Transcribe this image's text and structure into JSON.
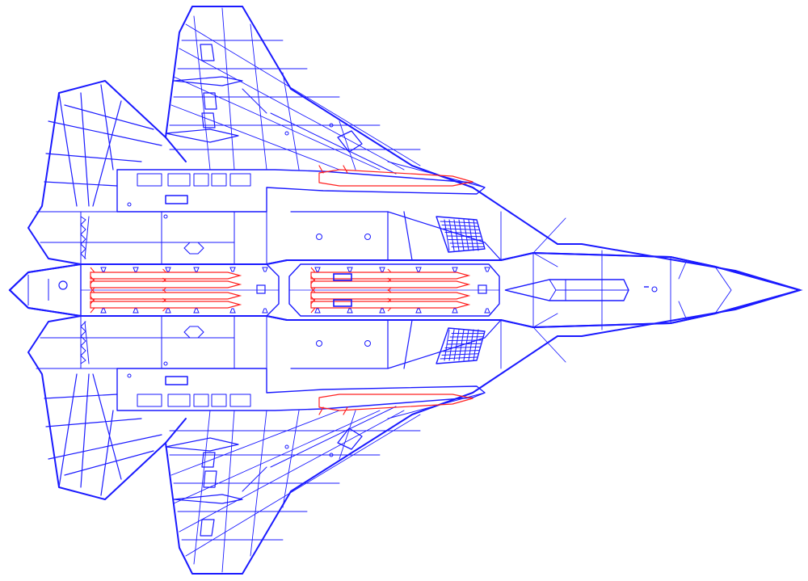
{
  "drawing": {
    "colors": {
      "line": "#1a1aff",
      "weapon": "#ff2020",
      "background": "#ffffff"
    },
    "view": "underside plan",
    "weapon_bays": {
      "main_bay_count": 2,
      "side_bay_count": 2
    },
    "missiles": {
      "main_bay_missiles_each": 4,
      "side_bay_missiles_each": 1
    }
  }
}
